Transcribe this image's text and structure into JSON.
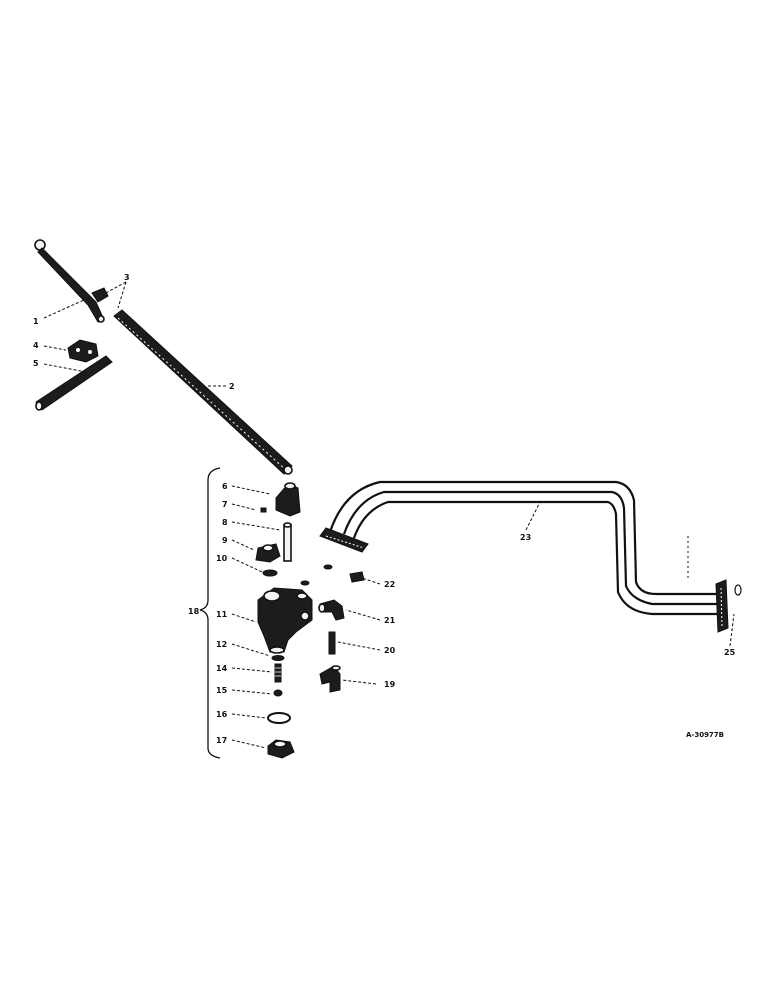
{
  "drawing": {
    "ref_number": "A-30977B",
    "group_label": "18",
    "callouts": {
      "c1": "1",
      "c2": "2",
      "c3": "3",
      "c4": "4",
      "c5": "5",
      "c6": "6",
      "c7": "7",
      "c8": "8",
      "c9": "9",
      "c10": "10",
      "c11": "11",
      "c12": "12",
      "c14": "14",
      "c15": "15",
      "c16": "16",
      "c17": "17",
      "c19": "19",
      "c20": "20",
      "c21": "21",
      "c22": "22",
      "c23": "23",
      "c25": "25"
    }
  }
}
